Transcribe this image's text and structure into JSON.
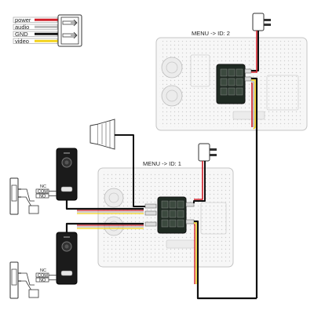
{
  "legend": {
    "items": [
      {
        "label": "power",
        "color": "#d0202a"
      },
      {
        "label": "audio",
        "color": "#b8b8b8"
      },
      {
        "label": "GND",
        "color": "#111111"
      },
      {
        "label": "video",
        "color": "#f2d21c"
      }
    ]
  },
  "monitors": [
    {
      "label": "MENU -> ID: 2"
    },
    {
      "label": "MENU -> ID: 1"
    }
  ],
  "lock_terminals": [
    "NC",
    "COM",
    "NO"
  ],
  "components": {
    "adapter_icon": "power-adapter-icon",
    "bell_icon": "door-bell-icon",
    "outdoor_unit_icon": "door-station-icon",
    "lock_icon": "electric-lock-icon"
  }
}
